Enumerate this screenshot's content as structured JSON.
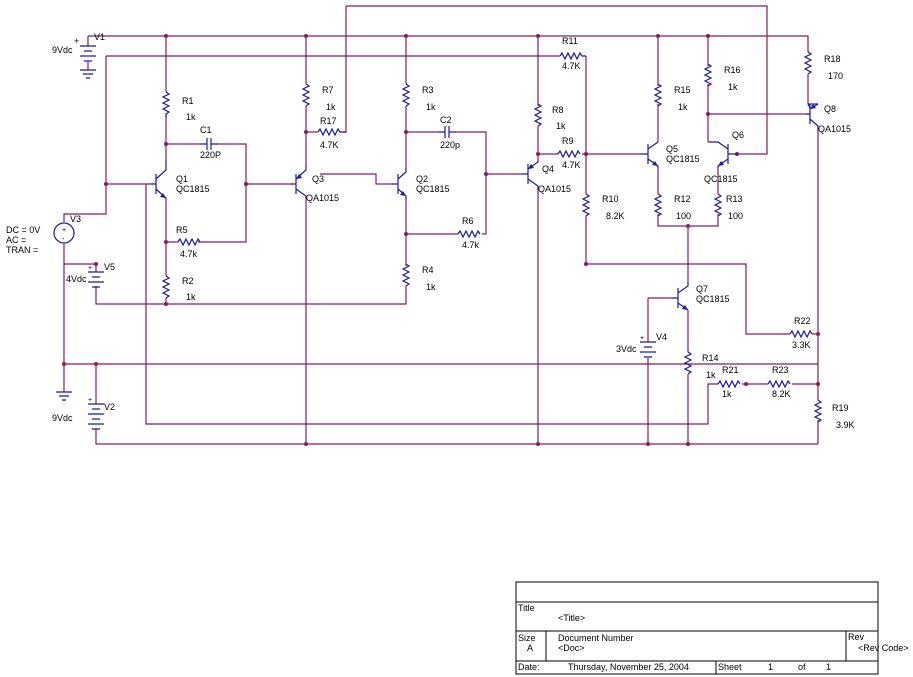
{
  "components": {
    "V1": {
      "ref": "V1",
      "value": "9Vdc"
    },
    "V2": {
      "ref": "V2",
      "value": "9Vdc"
    },
    "V3": {
      "ref": "V3",
      "value_lines": [
        "DC = 0V",
        "AC =",
        "TRAN ="
      ]
    },
    "V4": {
      "ref": "V4",
      "value": "3Vdc"
    },
    "V5": {
      "ref": "V5",
      "value": "4Vdc"
    },
    "R1": {
      "ref": "R1",
      "value": "1k"
    },
    "R2": {
      "ref": "R2",
      "value": "1k"
    },
    "R3": {
      "ref": "R3",
      "value": "1k"
    },
    "R4": {
      "ref": "R4",
      "value": "1k"
    },
    "R5": {
      "ref": "R5",
      "value": "4.7k"
    },
    "R6": {
      "ref": "R6",
      "value": "4.7k"
    },
    "R7": {
      "ref": "R7",
      "value": "1k"
    },
    "R8": {
      "ref": "R8",
      "value": "1k"
    },
    "R9": {
      "ref": "R9",
      "value": "4.7K"
    },
    "R10": {
      "ref": "R10",
      "value": "8.2K"
    },
    "R11": {
      "ref": "R11",
      "value": "4.7K"
    },
    "R12": {
      "ref": "R12",
      "value": "100"
    },
    "R13": {
      "ref": "R13",
      "value": "100"
    },
    "R14": {
      "ref": "R14",
      "value": "1k"
    },
    "R15": {
      "ref": "R15",
      "value": "1k"
    },
    "R16": {
      "ref": "R16",
      "value": "1k"
    },
    "R17": {
      "ref": "R17",
      "value": "4.7K"
    },
    "R18": {
      "ref": "R18",
      "value": "170"
    },
    "R19": {
      "ref": "R19",
      "value": "3.9K"
    },
    "R21": {
      "ref": "R21",
      "value": "1k"
    },
    "R22": {
      "ref": "R22",
      "value": "3.3K"
    },
    "R23": {
      "ref": "R23",
      "value": "8.2K"
    },
    "C1": {
      "ref": "C1",
      "value": "220P"
    },
    "C2": {
      "ref": "C2",
      "value": "220p"
    },
    "Q1": {
      "ref": "Q1",
      "value": "QC1815"
    },
    "Q2": {
      "ref": "Q2",
      "value": "QC1815"
    },
    "Q3": {
      "ref": "Q3",
      "value": "QA1015"
    },
    "Q4": {
      "ref": "Q4",
      "value": "QA1015"
    },
    "Q5": {
      "ref": "Q5",
      "value": "QC1815"
    },
    "Q6": {
      "ref": "Q6",
      "value": "QC1815"
    },
    "Q7": {
      "ref": "Q7",
      "value": "QC1815"
    },
    "Q8": {
      "ref": "Q8",
      "value": "QA1015"
    }
  },
  "title_block": {
    "title_label": "Title",
    "title_value": "<Title>",
    "size_label": "Size",
    "size_value": "A",
    "docnum_label": "Document Number",
    "docnum_value": "<Doc>",
    "rev_label": "Rev",
    "rev_value": "<Rev Code>",
    "date_label": "Date:",
    "date_value": "Thursday, November 25, 2004",
    "sheet_label": "Sheet",
    "sheet_value": "1",
    "of_label": "of",
    "of_value": "1"
  }
}
